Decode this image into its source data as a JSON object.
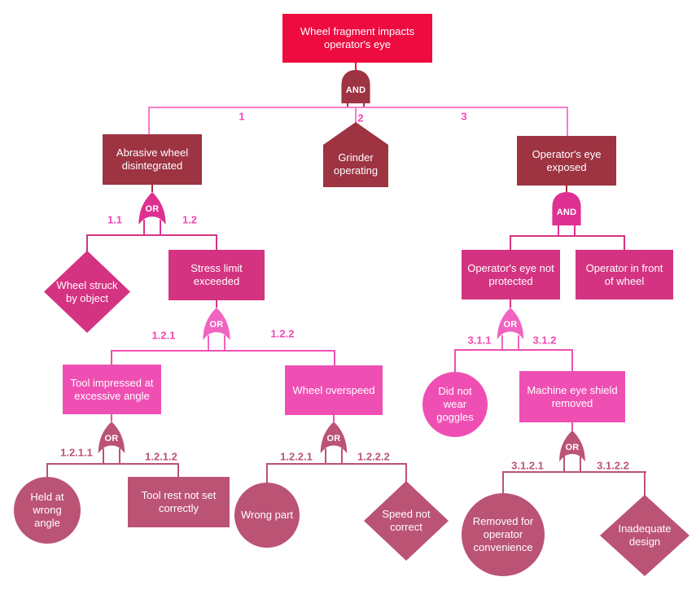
{
  "palette": {
    "crimson": "#EE0B3F",
    "maroon": "#9E3342",
    "magenta": "#D43381",
    "gate_magenta": "#DE3092",
    "pink": "#EF4FB3",
    "gate_pink": "#F263C1",
    "rose": "#BB5375",
    "line_light": "#F97CC9",
    "label_magenta": "#F148B5"
  },
  "nodes": {
    "top_event": {
      "label": "Wheel fragment impacts operator's eye"
    },
    "abrasive_wheel": {
      "label": "Abrasive wheel disintegrated"
    },
    "grinder_operating": {
      "label": "Grinder operating"
    },
    "eye_exposed": {
      "label": "Operator's eye exposed"
    },
    "wheel_struck": {
      "label": "Wheel struck by object"
    },
    "stress_limit": {
      "label": "Stress limit exceeded"
    },
    "tool_impressed": {
      "label": "Tool impressed at excessive angle"
    },
    "wheel_overspeed": {
      "label": "Wheel overspeed"
    },
    "held_wrong_angle": {
      "label": "Held at wrong angle"
    },
    "tool_rest": {
      "label": "Tool rest not set correctly"
    },
    "wrong_part": {
      "label": "Wrong part"
    },
    "speed_not_correct": {
      "label": "Speed not correct"
    },
    "eye_not_protected": {
      "label": "Operator's eye not protected"
    },
    "operator_in_front": {
      "label": "Operator in front of wheel"
    },
    "did_not_wear_goggles": {
      "label": "Did not wear goggles"
    },
    "shield_removed": {
      "label": "Machine eye shield removed"
    },
    "removed_convenience": {
      "label": "Removed for operator convenience"
    },
    "inadequate_design": {
      "label": "Inadequate design"
    }
  },
  "gates": {
    "top_and": "AND",
    "left_or": "OR",
    "right_and": "AND",
    "stress_or": "OR",
    "eye_or": "OR",
    "tool_or": "OR",
    "overspeed_or": "OR",
    "shield_or": "OR"
  },
  "branch_labels": {
    "n1": "1",
    "n2": "2",
    "n3": "3",
    "n1_1": "1.1",
    "n1_2": "1.2",
    "n1_2_1": "1.2.1",
    "n1_2_2": "1.2.2",
    "n1_2_1_1": "1.2.1.1",
    "n1_2_1_2": "1.2.1.2",
    "n1_2_2_1": "1.2.2.1",
    "n1_2_2_2": "1.2.2.2",
    "n3_1_1": "3.1.1",
    "n3_1_2": "3.1.2",
    "n3_1_2_1": "3.1.2.1",
    "n3_1_2_2": "3.1.2.2"
  }
}
